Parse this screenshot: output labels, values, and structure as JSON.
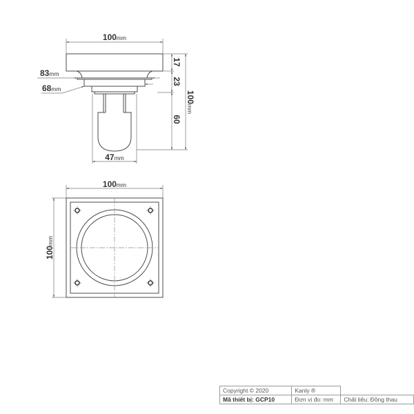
{
  "side_view": {
    "width_dim": {
      "value": "100",
      "unit": "mm"
    },
    "flange_dim": {
      "value": "83",
      "unit": "mm"
    },
    "body_dim": {
      "value": "68",
      "unit": "mm"
    },
    "trap_dim": {
      "value": "47",
      "unit": "mm"
    },
    "height_segments": [
      "17",
      "23",
      "60"
    ],
    "total_height_dim": {
      "value": "100",
      "unit": "mm"
    }
  },
  "top_view": {
    "width_dim": {
      "value": "100",
      "unit": "mm"
    },
    "height_dim": {
      "value": "100",
      "unit": "mm"
    }
  },
  "info_table": {
    "copyright": "Copyright © 2020",
    "brand": "Kanly ®",
    "model": "Mã thiết bị: GCP10",
    "unit": "Đơn vị đo: mm",
    "material": "Chất liệu: Đồng thau"
  },
  "colors": {
    "line": "#4a4a4a",
    "text": "#333333",
    "background": "#ffffff"
  }
}
